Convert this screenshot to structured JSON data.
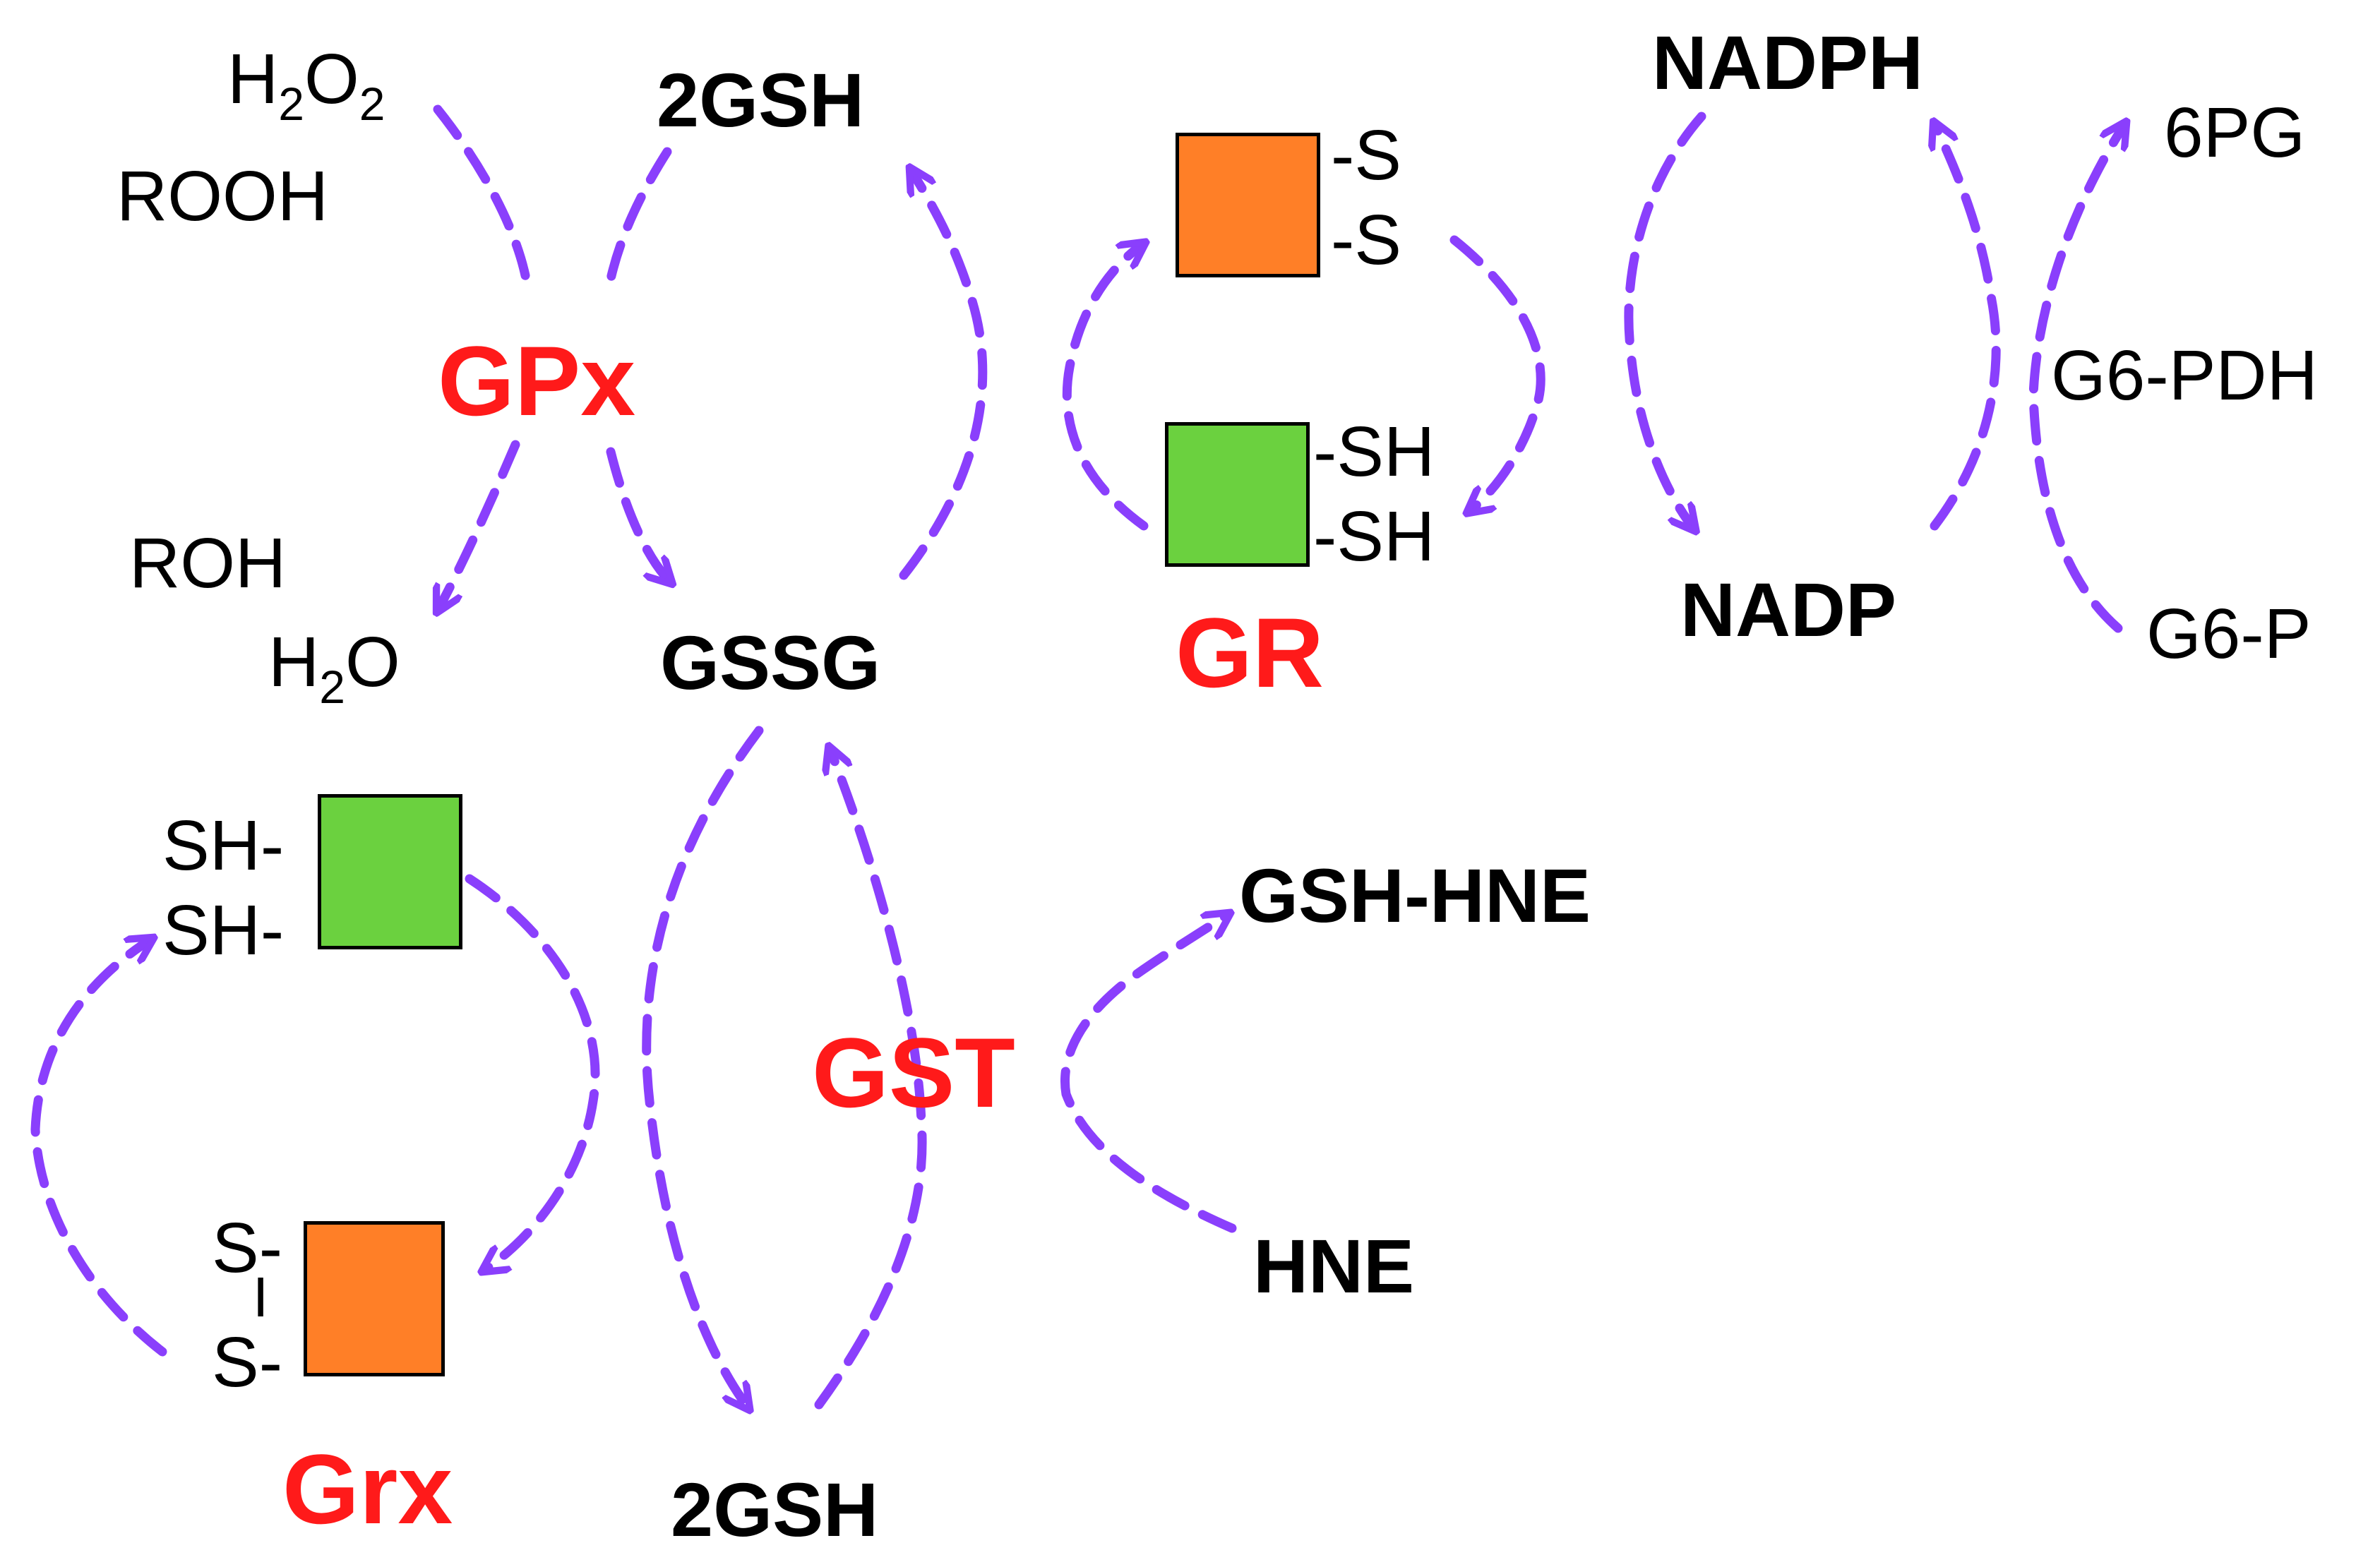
{
  "colors": {
    "arrow": "#8a3ffc",
    "enzyme": "#ff1a1a",
    "oxidized_box": "#ff7f27",
    "reduced_box": "#6bd13f"
  },
  "gpx": {
    "enzyme": "GPx",
    "h2o2": {
      "base1": "H",
      "sub1": "2",
      "base2": "O",
      "sub2": "2"
    },
    "rooh": "ROOH",
    "roh": "ROH",
    "h2o": {
      "base1": "H",
      "sub1": "2",
      "base2": "O"
    },
    "gsh_in": "2GSH",
    "gssg": "GSSG"
  },
  "gr": {
    "enzyme": "GR",
    "oxidized": {
      "s_top": "-S",
      "s_bottom": "-S"
    },
    "reduced": {
      "sh_top": "-SH",
      "sh_bottom": "-SH"
    }
  },
  "pentose": {
    "nadph": "NADPH",
    "nadp": "NADP",
    "enzyme": "G6-PDH",
    "product": "6PG",
    "substrate": "G6-P"
  },
  "grx": {
    "enzyme": "Grx",
    "reduced": {
      "sh_top": "SH-",
      "sh_bottom": "SH-"
    },
    "oxidized": {
      "s_top": "S-",
      "bond": "I",
      "s_bottom": "S-"
    },
    "gsh_out": "2GSH"
  },
  "gst": {
    "enzyme": "GST",
    "product": "GSH-HNE",
    "substrate": "HNE"
  }
}
